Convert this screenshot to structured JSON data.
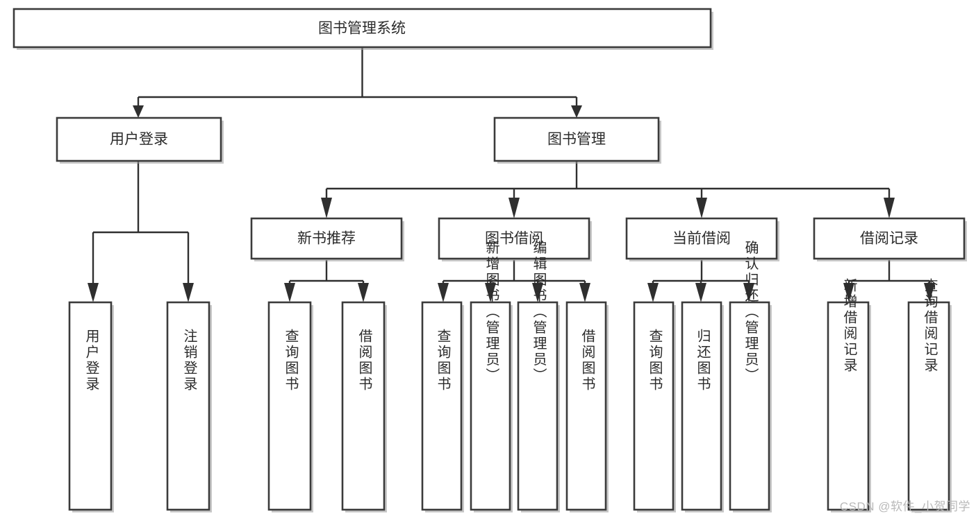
{
  "diagram": {
    "type": "tree-hierarchy",
    "title": "图书管理系统",
    "orientation": "top-down",
    "colors": {
      "box_fill": "#ffffff",
      "box_stroke": "#3b3b3b",
      "connector": "#2f2f2f",
      "text": "#2b2b2b",
      "watermark": "#b9b9b9",
      "background": "#ffffff"
    },
    "root": {
      "label": "图书管理系统"
    },
    "level2": [
      {
        "label": "用户登录"
      },
      {
        "label": "图书管理"
      }
    ],
    "level3": [
      {
        "label": "新书推荐"
      },
      {
        "label": "图书借阅"
      },
      {
        "label": "当前借阅"
      },
      {
        "label": "借阅记录"
      }
    ],
    "leaves": {
      "user_login": [
        {
          "label": "用户登录"
        },
        {
          "label": "注销登录"
        }
      ],
      "new_book_recommend": [
        {
          "label": "查询图书"
        },
        {
          "label": "借阅图书"
        }
      ],
      "book_borrow": [
        {
          "label": "查询图书"
        },
        {
          "label": "新增图书（管理员）"
        },
        {
          "label": "编辑图书（管理员）"
        },
        {
          "label": "借阅图书"
        }
      ],
      "current_borrow": [
        {
          "label": "查询图书"
        },
        {
          "label": "归还图书"
        },
        {
          "label": "确认归还（管理员）"
        }
      ],
      "borrow_record": [
        {
          "label": "新增借阅记录"
        },
        {
          "label": "查询借阅记录"
        }
      ]
    }
  },
  "watermark": {
    "text": "CSDN @软件_小贺同学"
  }
}
